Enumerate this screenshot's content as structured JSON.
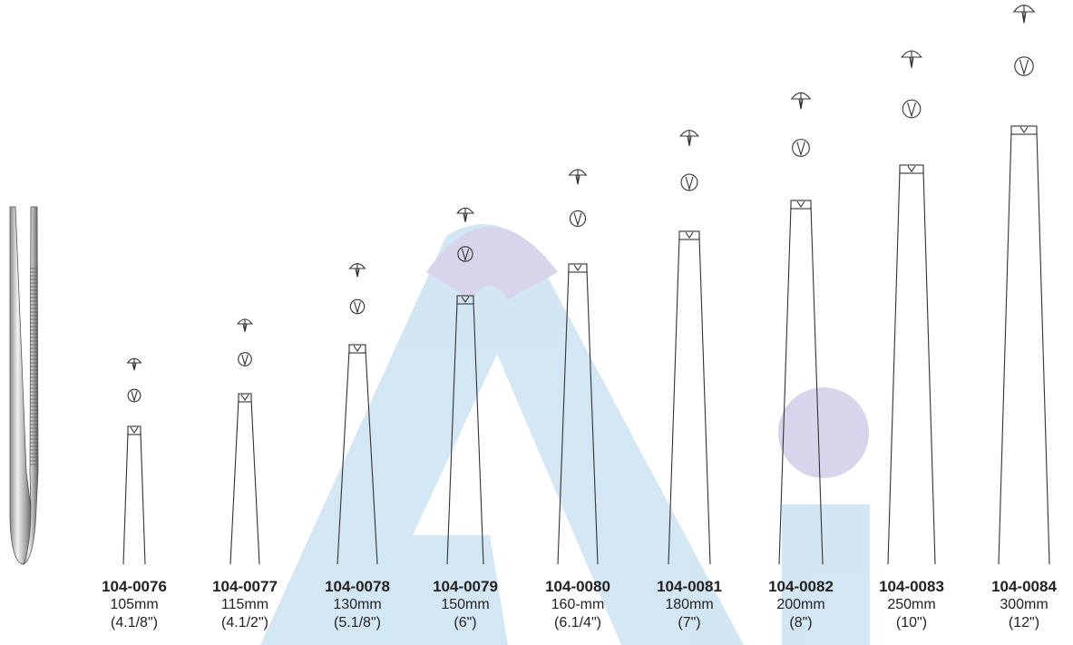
{
  "colors": {
    "watermark_blue": "#cfe4f3",
    "watermark_purple": "#d3d0ea",
    "line": "#333333",
    "text": "#222222"
  },
  "items": [
    {
      "code": "104-0076",
      "length": "105mm",
      "inches": "(4.1/8\")"
    },
    {
      "code": "104-0077",
      "length": "115mm",
      "inches": "(4.1/2\")"
    },
    {
      "code": "104-0078",
      "length": "130mm",
      "inches": "(5.1/8\")"
    },
    {
      "code": "104-0079",
      "length": "150mm",
      "inches": "(6\")"
    },
    {
      "code": "104-0080",
      "length": "160-mm",
      "inches": "(6.1/4\")"
    },
    {
      "code": "104-0081",
      "length": "180mm",
      "inches": "(7\")"
    },
    {
      "code": "104-0082",
      "length": "200mm",
      "inches": "(8\")"
    },
    {
      "code": "104-0083",
      "length": "250mm",
      "inches": "(10\")"
    },
    {
      "code": "104-0084",
      "length": "300mm",
      "inches": "(12\")"
    }
  ]
}
